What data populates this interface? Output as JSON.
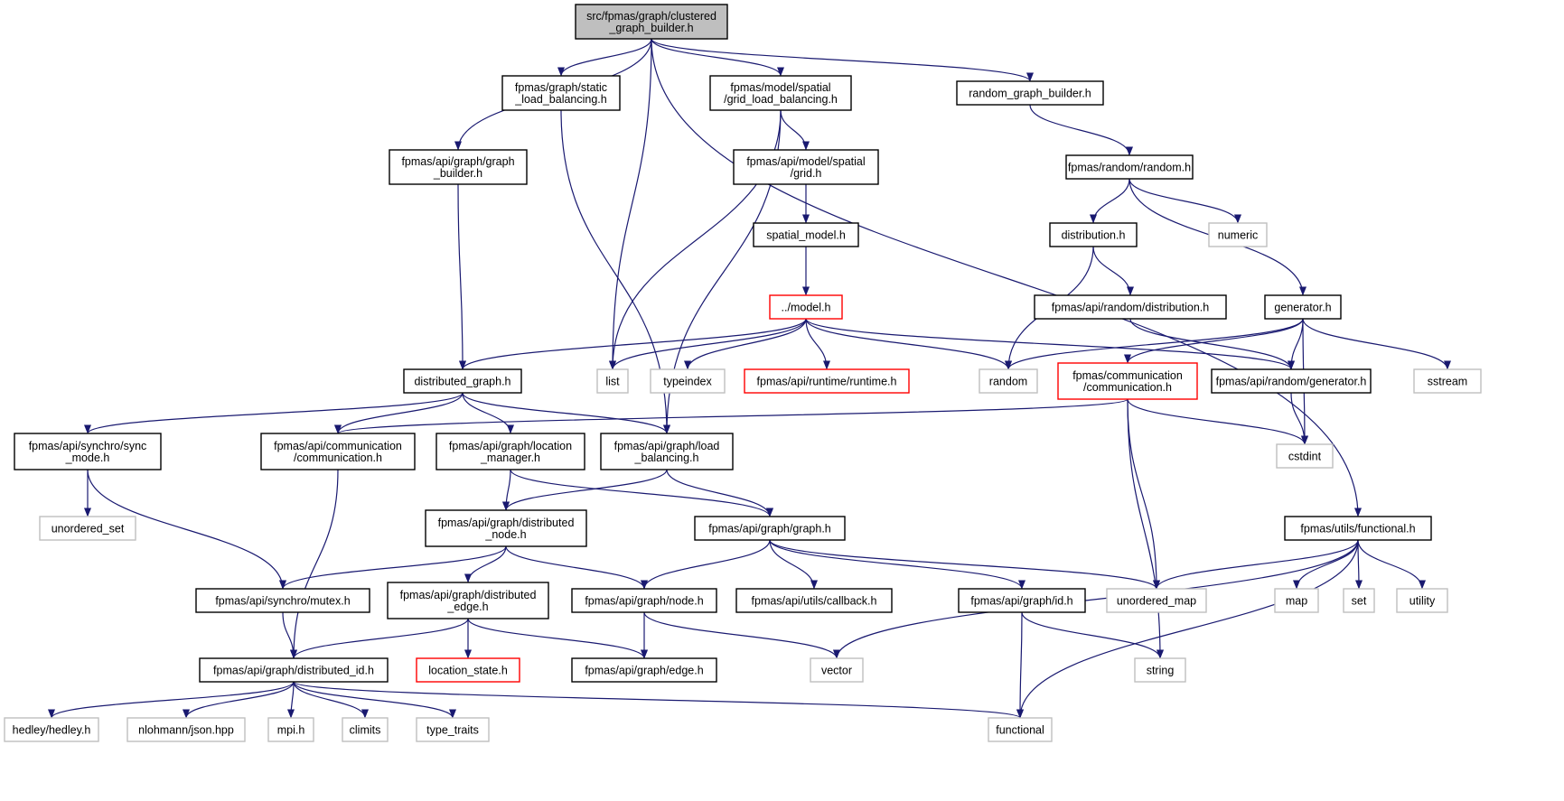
{
  "colors": {
    "edge": "#191970",
    "border_normal": "#000000",
    "border_truncated": "#ff0000",
    "border_external": "#bfbfbf",
    "root_fill": "#bfbfbf",
    "node_fill": "#ffffff"
  },
  "nodes": [
    {
      "id": "root",
      "lines": [
        "src/fpmas/graph/clustered",
        "_graph_builder.h"
      ],
      "kind": "root"
    },
    {
      "id": "static_lb",
      "lines": [
        "fpmas/graph/static",
        "_load_balancing.h"
      ],
      "kind": "normal"
    },
    {
      "id": "grid_lb",
      "lines": [
        "fpmas/model/spatial",
        "/grid_load_balancing.h"
      ],
      "kind": "normal"
    },
    {
      "id": "random_gb",
      "lines": [
        "random_graph_builder.h"
      ],
      "kind": "normal"
    },
    {
      "id": "api_graph_builder",
      "lines": [
        "fpmas/api/graph/graph",
        "_builder.h"
      ],
      "kind": "normal"
    },
    {
      "id": "api_grid",
      "lines": [
        "fpmas/api/model/spatial",
        "/grid.h"
      ],
      "kind": "normal"
    },
    {
      "id": "random_h",
      "lines": [
        "fpmas/random/random.h"
      ],
      "kind": "normal"
    },
    {
      "id": "spatial_model",
      "lines": [
        "spatial_model.h"
      ],
      "kind": "normal"
    },
    {
      "id": "distribution",
      "lines": [
        "distribution.h"
      ],
      "kind": "normal"
    },
    {
      "id": "numeric",
      "lines": [
        "numeric"
      ],
      "kind": "external"
    },
    {
      "id": "model_h",
      "lines": [
        "../model.h"
      ],
      "kind": "truncated"
    },
    {
      "id": "api_rand_dist",
      "lines": [
        "fpmas/api/random/distribution.h"
      ],
      "kind": "normal"
    },
    {
      "id": "generator",
      "lines": [
        "generator.h"
      ],
      "kind": "normal"
    },
    {
      "id": "dist_graph",
      "lines": [
        "distributed_graph.h"
      ],
      "kind": "normal"
    },
    {
      "id": "list",
      "lines": [
        "list"
      ],
      "kind": "external"
    },
    {
      "id": "typeindex",
      "lines": [
        "typeindex"
      ],
      "kind": "external"
    },
    {
      "id": "runtime",
      "lines": [
        "fpmas/api/runtime/runtime.h"
      ],
      "kind": "truncated"
    },
    {
      "id": "random_std",
      "lines": [
        "random"
      ],
      "kind": "external"
    },
    {
      "id": "comm",
      "lines": [
        "fpmas/communication",
        "/communication.h"
      ],
      "kind": "truncated"
    },
    {
      "id": "api_rand_gen",
      "lines": [
        "fpmas/api/random/generator.h"
      ],
      "kind": "normal"
    },
    {
      "id": "sstream",
      "lines": [
        "sstream"
      ],
      "kind": "external"
    },
    {
      "id": "sync_mode",
      "lines": [
        "fpmas/api/synchro/sync",
        "_mode.h"
      ],
      "kind": "normal"
    },
    {
      "id": "api_comm",
      "lines": [
        "fpmas/api/communication",
        "/communication.h"
      ],
      "kind": "normal"
    },
    {
      "id": "location_mgr",
      "lines": [
        "fpmas/api/graph/location",
        "_manager.h"
      ],
      "kind": "normal"
    },
    {
      "id": "api_lb",
      "lines": [
        "fpmas/api/graph/load",
        "_balancing.h"
      ],
      "kind": "normal"
    },
    {
      "id": "cstdint",
      "lines": [
        "cstdint"
      ],
      "kind": "external"
    },
    {
      "id": "unordered_set",
      "lines": [
        "unordered_set"
      ],
      "kind": "external"
    },
    {
      "id": "dist_node",
      "lines": [
        "fpmas/api/graph/distributed",
        "_node.h"
      ],
      "kind": "normal"
    },
    {
      "id": "api_graph",
      "lines": [
        "fpmas/api/graph/graph.h"
      ],
      "kind": "normal"
    },
    {
      "id": "functional_h",
      "lines": [
        "fpmas/utils/functional.h"
      ],
      "kind": "normal"
    },
    {
      "id": "mutex",
      "lines": [
        "fpmas/api/synchro/mutex.h"
      ],
      "kind": "normal"
    },
    {
      "id": "dist_edge",
      "lines": [
        "fpmas/api/graph/distributed",
        "_edge.h"
      ],
      "kind": "normal"
    },
    {
      "id": "node_h",
      "lines": [
        "fpmas/api/graph/node.h"
      ],
      "kind": "normal"
    },
    {
      "id": "callback",
      "lines": [
        "fpmas/api/utils/callback.h"
      ],
      "kind": "normal"
    },
    {
      "id": "id_h",
      "lines": [
        "fpmas/api/graph/id.h"
      ],
      "kind": "normal"
    },
    {
      "id": "unordered_map",
      "lines": [
        "unordered_map"
      ],
      "kind": "external"
    },
    {
      "id": "map",
      "lines": [
        "map"
      ],
      "kind": "external"
    },
    {
      "id": "set",
      "lines": [
        "set"
      ],
      "kind": "external"
    },
    {
      "id": "utility",
      "lines": [
        "utility"
      ],
      "kind": "external"
    },
    {
      "id": "dist_id",
      "lines": [
        "fpmas/api/graph/distributed_id.h"
      ],
      "kind": "normal"
    },
    {
      "id": "location_state",
      "lines": [
        "location_state.h"
      ],
      "kind": "truncated"
    },
    {
      "id": "edge_h",
      "lines": [
        "fpmas/api/graph/edge.h"
      ],
      "kind": "normal"
    },
    {
      "id": "vector",
      "lines": [
        "vector"
      ],
      "kind": "external"
    },
    {
      "id": "string",
      "lines": [
        "string"
      ],
      "kind": "external"
    },
    {
      "id": "hedley",
      "lines": [
        "hedley/hedley.h"
      ],
      "kind": "external"
    },
    {
      "id": "json",
      "lines": [
        "nlohmann/json.hpp"
      ],
      "kind": "external"
    },
    {
      "id": "mpi",
      "lines": [
        "mpi.h"
      ],
      "kind": "external"
    },
    {
      "id": "climits",
      "lines": [
        "climits"
      ],
      "kind": "external"
    },
    {
      "id": "type_traits",
      "lines": [
        "type_traits"
      ],
      "kind": "external"
    },
    {
      "id": "functional",
      "lines": [
        "functional"
      ],
      "kind": "external"
    }
  ],
  "edges": [
    [
      "root",
      "api_graph_builder"
    ],
    [
      "root",
      "static_lb"
    ],
    [
      "root",
      "list"
    ],
    [
      "root",
      "grid_lb"
    ],
    [
      "root",
      "random_gb"
    ],
    [
      "root",
      "functional_h"
    ],
    [
      "static_lb",
      "api_lb"
    ],
    [
      "grid_lb",
      "api_grid"
    ],
    [
      "grid_lb",
      "list"
    ],
    [
      "grid_lb",
      "api_lb"
    ],
    [
      "random_gb",
      "random_h"
    ],
    [
      "api_graph_builder",
      "dist_graph"
    ],
    [
      "api_grid",
      "spatial_model"
    ],
    [
      "spatial_model",
      "model_h"
    ],
    [
      "random_h",
      "distribution"
    ],
    [
      "random_h",
      "numeric"
    ],
    [
      "random_h",
      "generator"
    ],
    [
      "distribution",
      "random_std"
    ],
    [
      "distribution",
      "api_rand_dist"
    ],
    [
      "api_rand_dist",
      "api_rand_gen"
    ],
    [
      "model_h",
      "dist_graph"
    ],
    [
      "model_h",
      "list"
    ],
    [
      "model_h",
      "typeindex"
    ],
    [
      "model_h",
      "runtime"
    ],
    [
      "model_h",
      "random_std"
    ],
    [
      "model_h",
      "api_rand_gen"
    ],
    [
      "generator",
      "random_std"
    ],
    [
      "generator",
      "comm"
    ],
    [
      "generator",
      "api_rand_gen"
    ],
    [
      "generator",
      "sstream"
    ],
    [
      "generator",
      "cstdint"
    ],
    [
      "comm",
      "api_comm"
    ],
    [
      "comm",
      "cstdint"
    ],
    [
      "comm",
      "unordered_map"
    ],
    [
      "comm",
      "string"
    ],
    [
      "api_rand_gen",
      "cstdint"
    ],
    [
      "dist_graph",
      "sync_mode"
    ],
    [
      "dist_graph",
      "api_comm"
    ],
    [
      "dist_graph",
      "location_mgr"
    ],
    [
      "dist_graph",
      "api_lb"
    ],
    [
      "sync_mode",
      "unordered_set"
    ],
    [
      "sync_mode",
      "mutex"
    ],
    [
      "api_comm",
      "dist_id"
    ],
    [
      "location_mgr",
      "dist_node"
    ],
    [
      "location_mgr",
      "api_graph"
    ],
    [
      "api_lb",
      "dist_node"
    ],
    [
      "api_lb",
      "api_graph"
    ],
    [
      "dist_node",
      "mutex"
    ],
    [
      "dist_node",
      "dist_edge"
    ],
    [
      "dist_node",
      "node_h"
    ],
    [
      "api_graph",
      "node_h"
    ],
    [
      "api_graph",
      "callback"
    ],
    [
      "api_graph",
      "id_h"
    ],
    [
      "api_graph",
      "unordered_map"
    ],
    [
      "functional_h",
      "vector"
    ],
    [
      "functional_h",
      "unordered_map"
    ],
    [
      "functional_h",
      "map"
    ],
    [
      "functional_h",
      "set"
    ],
    [
      "functional_h",
      "utility"
    ],
    [
      "functional_h",
      "functional"
    ],
    [
      "mutex",
      "dist_id"
    ],
    [
      "dist_edge",
      "dist_id"
    ],
    [
      "dist_edge",
      "location_state"
    ],
    [
      "dist_edge",
      "edge_h"
    ],
    [
      "node_h",
      "edge_h"
    ],
    [
      "node_h",
      "vector"
    ],
    [
      "id_h",
      "string"
    ],
    [
      "id_h",
      "functional"
    ],
    [
      "dist_id",
      "hedley"
    ],
    [
      "dist_id",
      "json"
    ],
    [
      "dist_id",
      "mpi"
    ],
    [
      "dist_id",
      "climits"
    ],
    [
      "dist_id",
      "type_traits"
    ],
    [
      "dist_id",
      "functional"
    ]
  ]
}
